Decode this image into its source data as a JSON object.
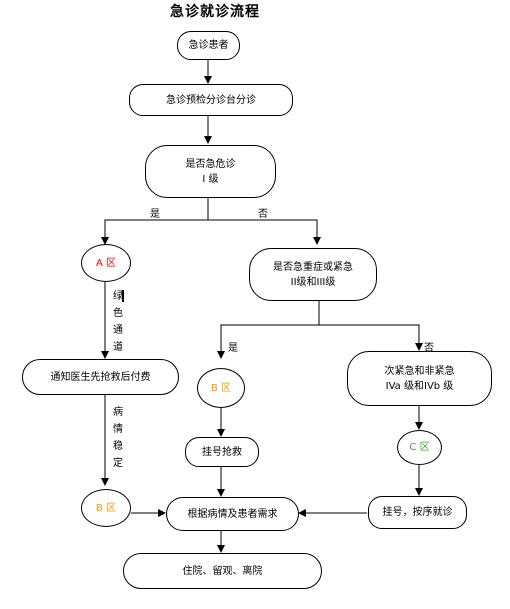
{
  "title": "急诊就诊流程",
  "nodes": {
    "patient": "急诊患者",
    "triage": "急诊预检分诊台分诊",
    "q1_line1": "是否急危诊",
    "q1_line2": "I 级",
    "zone_a": "A 区",
    "q2_line1": "是否急重症或紧急",
    "q2_line2": "II级和III级",
    "notify": "通知医生先抢救后付费",
    "zone_b_mid": "B 区",
    "q3_line1": "次紧急和非紧急",
    "q3_line2": "IVa 级和IVb 级",
    "register_rescue": "挂号抢救",
    "zone_c": "C 区",
    "zone_b_left": "B 区",
    "by_need": "根据病情及患者需求",
    "register_order": "挂号，按序就诊",
    "outcome": "住院、留观、离院"
  },
  "edge_labels": {
    "yes1": "是",
    "no1": "否",
    "yes2": "是",
    "no2": "否",
    "green_channel": [
      "绿",
      "色",
      "通",
      "道"
    ],
    "stable": [
      "病",
      "情",
      "稳",
      "定"
    ]
  },
  "colors": {
    "zone_a": "#ff0000",
    "zone_b": "#ff9900",
    "zone_c": "#33aa33"
  }
}
